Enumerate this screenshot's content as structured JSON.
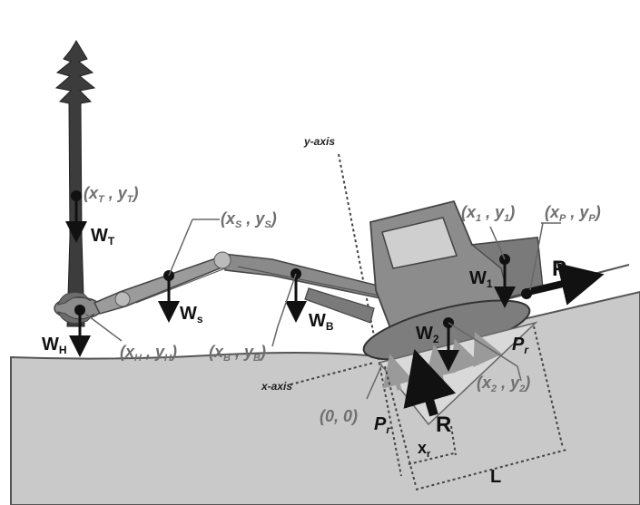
{
  "colors": {
    "ground": "#c9c9c9",
    "machine": "#8c8c8c",
    "machine_dark": "#5e5e5e",
    "track": "#7d7d7d",
    "tree": "#3c3c3c",
    "coord_text": "#6f6f6f",
    "arrow": "#111111",
    "pressure": "#9a9a9a"
  },
  "icons": {
    "tree": "conifer-tree-icon",
    "harvester": "tracked-harvester-icon"
  },
  "labels": {
    "xT": "x",
    "xT_sub": "T",
    "yT": "y",
    "yT_sub": "T",
    "xS": "x",
    "xS_sub": "S",
    "yS": "y",
    "yS_sub": "S",
    "xH": "x",
    "xH_sub": "H",
    "yH": "y",
    "yH_sub": "H",
    "xB": "x",
    "xB_sub": "B",
    "yB": "y",
    "yB_sub": "B",
    "x1": "x",
    "x1_sub": "1",
    "y1": "y",
    "y1_sub": "1",
    "xP": "x",
    "xP_sub": "P",
    "yP": "y",
    "yP_sub": "P",
    "x2": "x",
    "x2_sub": "2",
    "y2": "y",
    "y2_sub": "2",
    "origin": "(0, 0)",
    "WT": "W",
    "WT_sub": "T",
    "WH": "W",
    "WH_sub": "H",
    "Ws": "W",
    "Ws_sub": "s",
    "WB": "W",
    "WB_sub": "B",
    "W1": "W",
    "W1_sub": "1",
    "W2": "W",
    "W2_sub": "2",
    "P": "P",
    "R": "R",
    "Pr_top": "P",
    "Pr_top_sub": "r",
    "Pr_bottom": "P",
    "Pr_bottom_sub": "r",
    "xr": "x",
    "xr_sub": "r",
    "L": "L",
    "y_axis": "y-axis",
    "x_axis": "x-axis"
  }
}
